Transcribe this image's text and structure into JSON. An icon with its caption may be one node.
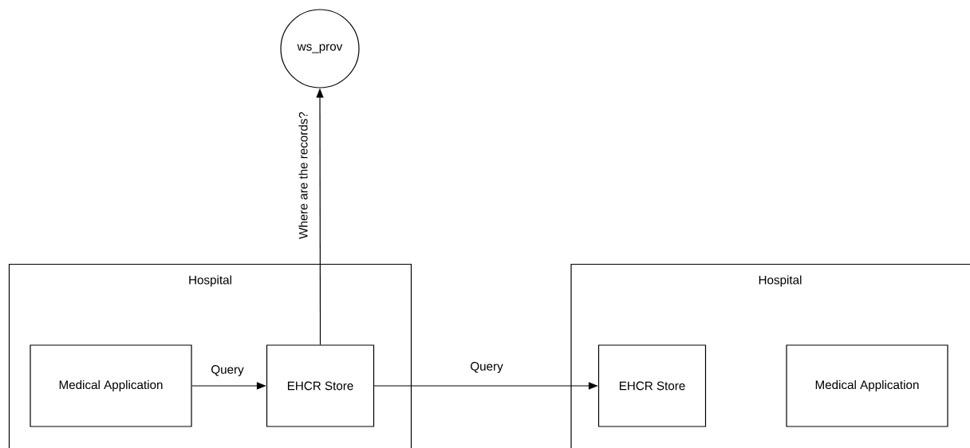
{
  "diagram": {
    "nodes": [
      {
        "text": [
          "ws_prov"
        ]
      },
      {
        "text": [
          "Hospital"
        ]
      },
      {
        "text": [
          "Medical Application"
        ],
        "in": 1
      },
      {
        "text": [
          "EHCR Store"
        ],
        "in": 1
      },
      {
        "text": [
          "Hospital"
        ]
      },
      {
        "text": [
          "EHCR Store"
        ],
        "in": 4
      },
      {
        "text": [
          "Medical Application"
        ],
        "in": 4
      }
    ],
    "edges": [
      {
        "from": 2,
        "to": 3,
        "arrow": "to",
        "label": "Query"
      },
      {
        "from": 3,
        "to": 0,
        "arrow": "to",
        "label": "Where are the records?"
      },
      {
        "from": 3,
        "to": 5,
        "arrow": "to",
        "label": "Query"
      }
    ]
  }
}
